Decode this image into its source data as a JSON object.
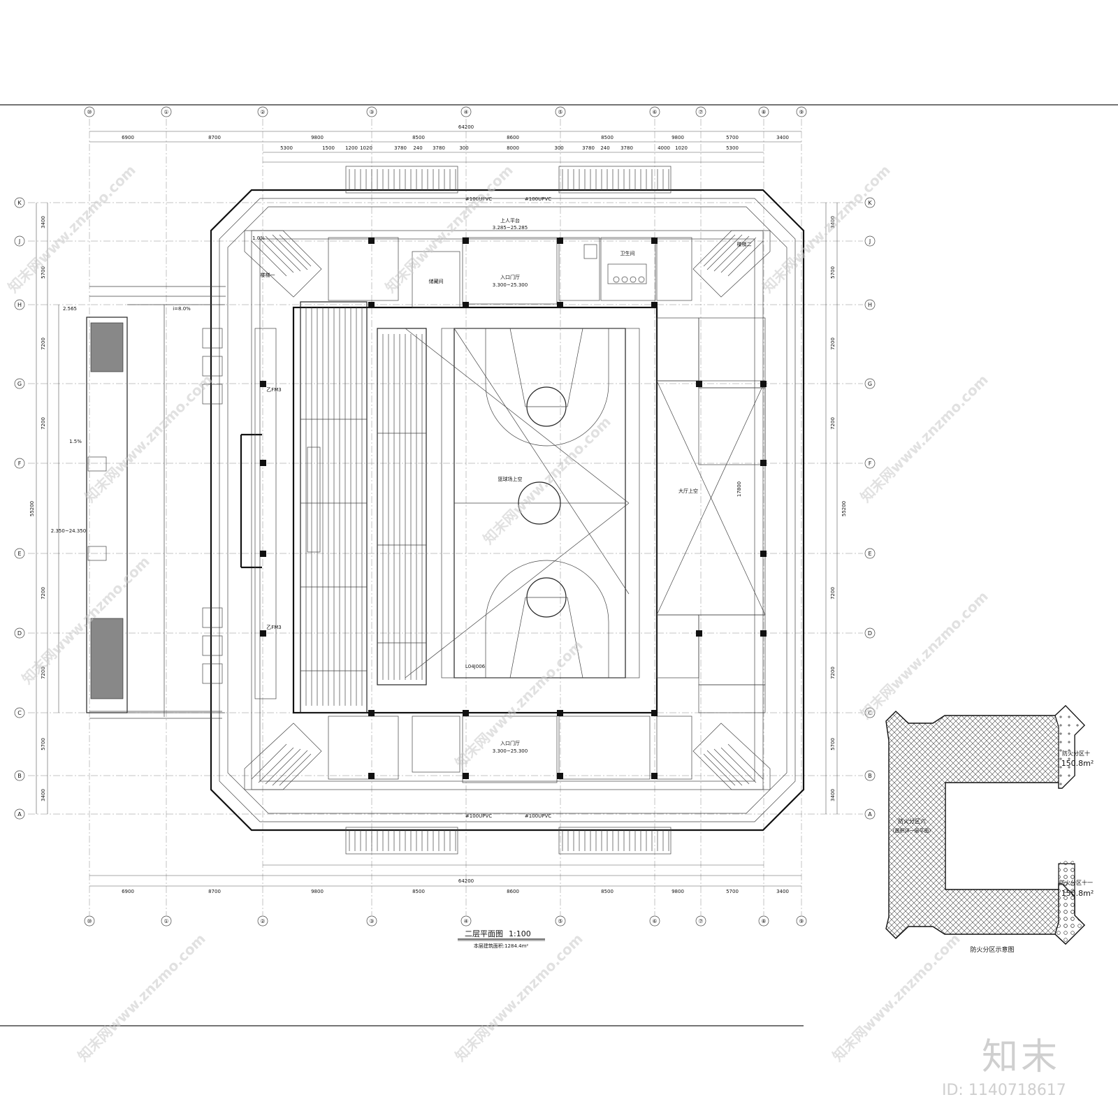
{
  "drawing": {
    "title": "二层平面图",
    "scale": "1:100",
    "area_note": "本层建筑面积:1284.4m²",
    "total_dimension": "64200",
    "overall_height_dimension": "55200"
  },
  "grid": {
    "columns": [
      "⑩",
      "①",
      "②",
      "③",
      "④",
      "⑤",
      "⑥",
      "⑦",
      "⑧",
      "⑨"
    ],
    "rows": [
      "K",
      "J",
      "H",
      "G",
      "F",
      "E",
      "D",
      "C",
      "B",
      "A"
    ]
  },
  "dimensions": {
    "top_row1": [
      "6900",
      "8700",
      "9800",
      "8500",
      "8600",
      "8500",
      "9800",
      "5700",
      "3400"
    ],
    "top_row2": [
      "5300",
      "1500",
      "1200",
      "1020",
      "3780",
      "240",
      "3780",
      "300",
      "8000",
      "300",
      "3780",
      "240",
      "3780",
      "4000",
      "1020",
      "5300"
    ],
    "left_col": [
      "3400",
      "5700",
      "7200",
      "7200",
      "7200",
      "7200",
      "5700",
      "3400"
    ],
    "bottom_row": [
      "6900",
      "8700",
      "9800",
      "8500",
      "8600",
      "8500",
      "9800",
      "5700",
      "3400"
    ]
  },
  "labels": {
    "court": "篮球场上空",
    "entrance_top": "入口门厅",
    "entrance_top_elev": "3.300~25.300",
    "entrance_bottom": "入口门厅",
    "entrance_bottom_elev": "3.300~25.300",
    "upper_platform": "上人平台",
    "upper_platform_elev": "3.285~25.285",
    "pipe_top_left": "#100UPVC",
    "pipe_top_right": "#100UPVC",
    "pipe_bottom_left": "#100UPVC",
    "pipe_bottom_right": "#100UPVC",
    "slope": "i=8.0%",
    "elev_left": "2.565",
    "elev_left2": "2.350~24.350",
    "ref_code": "L04J006",
    "stair_left": "楼梯一",
    "stair_right": "楼梯二",
    "door_fm3": "乙FM3",
    "room_storage": "储藏间",
    "room_toilet": "卫生间",
    "pct": "1.0%",
    "pct2": "1.5%",
    "span_right": "17800",
    "floor_space": "大厅上空"
  },
  "legend": {
    "title": "防火分区示意图",
    "zone_top": "防火分区十",
    "zone_top_area": "150.8m²",
    "zone_mid": "防火分区六",
    "zone_mid_note": "(面积详一层平面)",
    "zone_bottom": "防火分区十一",
    "zone_bottom_area": "150.8m²"
  },
  "watermarks": [
    "知末网www.znzmo.com"
  ],
  "brand": {
    "logo_text": "知末",
    "id_text": "ID: 1140718617"
  }
}
